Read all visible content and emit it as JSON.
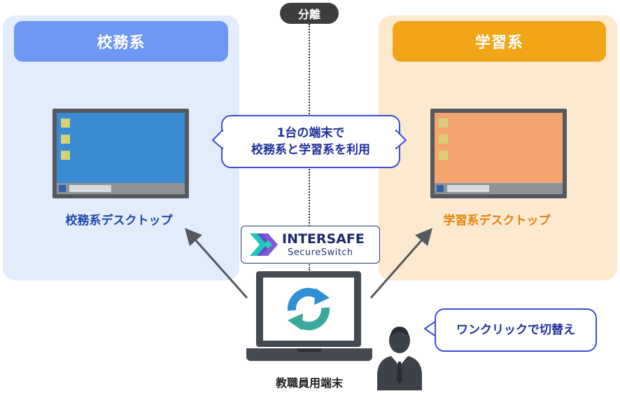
{
  "separator": {
    "label": "分離"
  },
  "zones": {
    "left": {
      "title": "校務系",
      "desktop_label": "校務系デスクトップ",
      "color": "#6e97f3"
    },
    "right": {
      "title": "学習系",
      "desktop_label": "学習系デスクトップ",
      "color": "#f2a516"
    }
  },
  "callout_center": {
    "line1": "1台の端末で",
    "line2": "校務系と学習系を利用"
  },
  "product": {
    "name": "INTERSAFE",
    "sub": "SecureSwitch"
  },
  "terminal": {
    "label": "教職員用端末"
  },
  "callout_switch": {
    "text": "ワンクリックで切替え"
  }
}
